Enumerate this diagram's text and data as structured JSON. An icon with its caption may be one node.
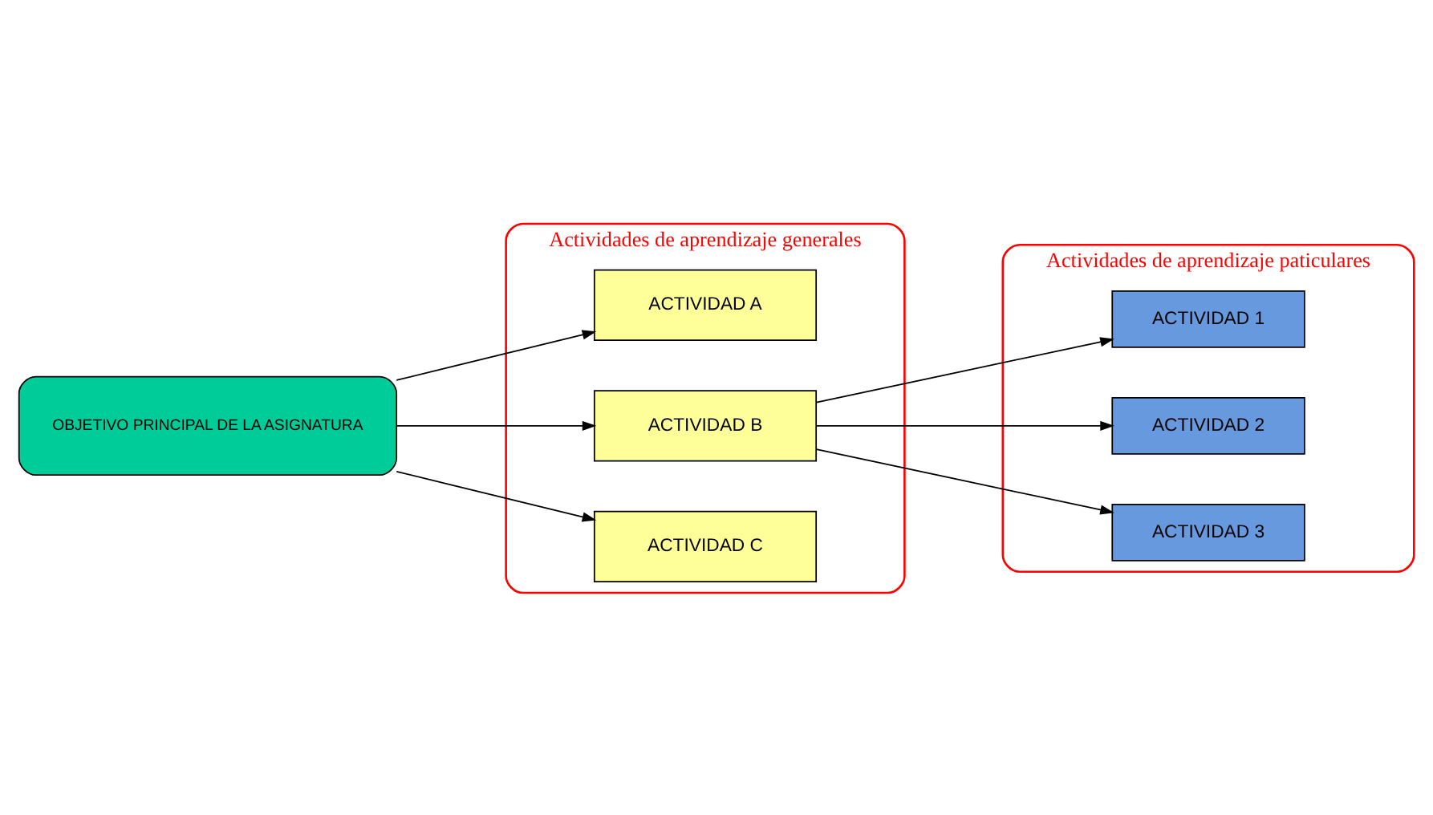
{
  "diagram": {
    "nodes": [
      {
        "text": [
          "OBJETIVO PRINCIPAL DE LA ASIGNATURA"
        ]
      },
      {
        "text": [
          "Actividades de aprendizaje generales"
        ]
      },
      {
        "text": [
          "ACTIVIDAD A"
        ],
        "in": 1
      },
      {
        "text": [
          "ACTIVIDAD B"
        ],
        "in": 1
      },
      {
        "text": [
          "ACTIVIDAD C"
        ],
        "in": 1
      },
      {
        "text": [
          "Actividades de aprendizaje paticulares"
        ]
      },
      {
        "text": [
          "ACTIVIDAD 1"
        ],
        "in": 5
      },
      {
        "text": [
          "ACTIVIDAD 2"
        ],
        "in": 5
      },
      {
        "text": [
          "ACTIVIDAD 3"
        ],
        "in": 5
      }
    ],
    "edges": [
      {
        "from": 0,
        "to": 2,
        "arrow": "to"
      },
      {
        "from": 0,
        "to": 3,
        "arrow": "to"
      },
      {
        "from": 0,
        "to": 4,
        "arrow": "to"
      },
      {
        "from": 3,
        "to": 6,
        "arrow": "to"
      },
      {
        "from": 3,
        "to": 7,
        "arrow": "to"
      },
      {
        "from": 3,
        "to": 8,
        "arrow": "to"
      }
    ]
  }
}
